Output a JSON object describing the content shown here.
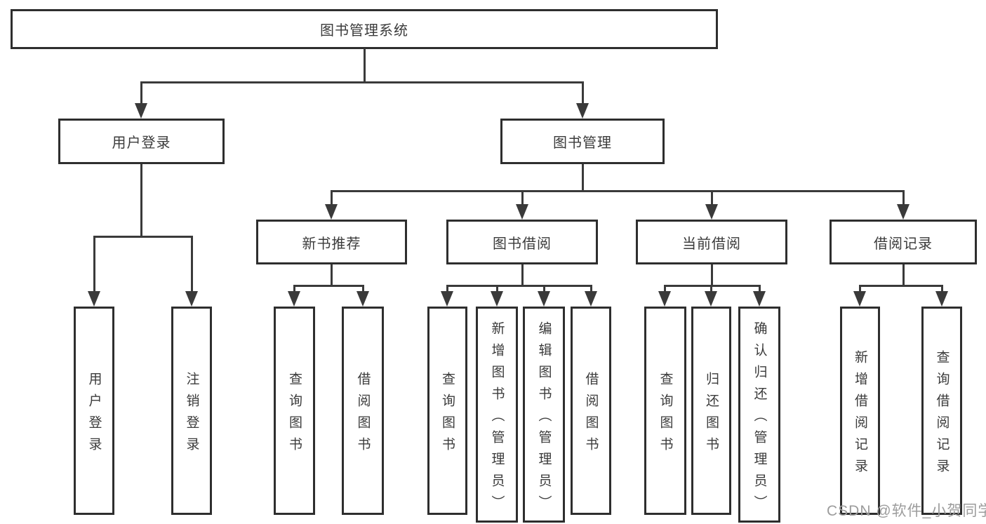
{
  "diagram": {
    "root": {
      "label": "图书管理系统"
    },
    "level2": [
      {
        "id": "user-login",
        "label": "用户登录"
      },
      {
        "id": "book-management",
        "label": "图书管理"
      }
    ],
    "level3": [
      {
        "id": "new-book-recommend",
        "label": "新书推荐"
      },
      {
        "id": "book-borrow",
        "label": "图书借阅"
      },
      {
        "id": "current-borrow",
        "label": "当前借阅"
      },
      {
        "id": "borrow-record",
        "label": "借阅记录"
      }
    ],
    "leaves": {
      "user_login": [
        "用户登录",
        "注销登录"
      ],
      "new_book_recommend": [
        "查询图书",
        "借阅图书"
      ],
      "book_borrow": [
        "查询图书",
        "新增图书（管理员）",
        "编辑图书（管理员）",
        "借阅图书"
      ],
      "current_borrow": [
        "查询图书",
        "归还图书",
        "确认归还（管理员）"
      ],
      "borrow_record": [
        "新增借阅记录",
        "查询借阅记录"
      ]
    }
  },
  "watermark": {
    "text": "CSDN @软件_小贺同学"
  },
  "colors": {
    "line": "#3a3a3a",
    "box_border": "#2e2e2e",
    "text": "#3b3b3b",
    "watermark": "#9c9c9c",
    "background": "#ffffff"
  }
}
